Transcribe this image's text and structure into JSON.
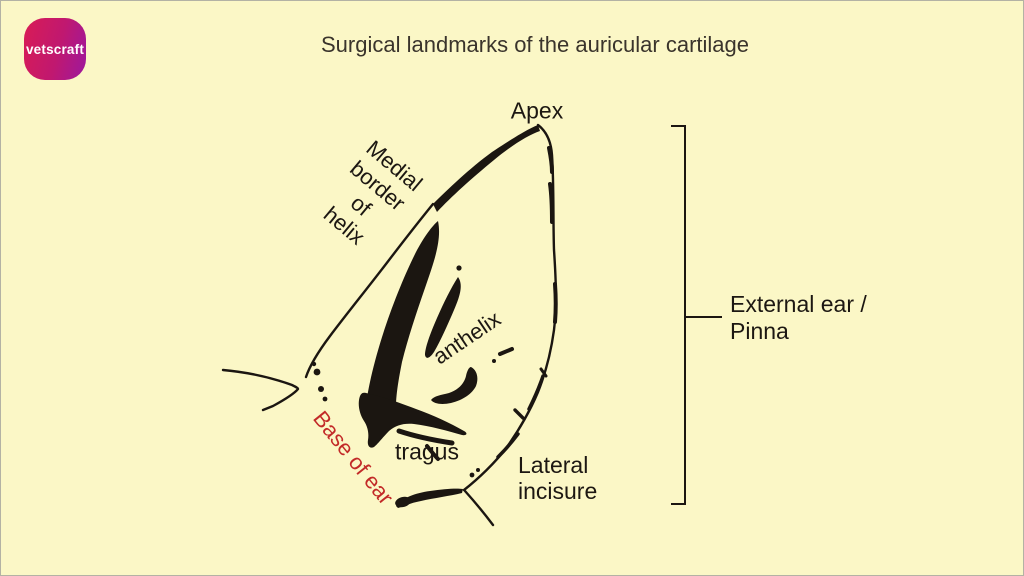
{
  "header": {
    "logo_text": "vetscraft",
    "title": "Surgical landmarks of the auricular cartilage"
  },
  "diagram": {
    "labels": {
      "apex": "Apex",
      "medial_border_of_helix": "Medial\nborder\nof\nhelix",
      "anthelix": "anthelix",
      "tragus": "tragus",
      "base_of_ear": "Base of ear",
      "lateral_incisure": "Lateral\nincisure"
    },
    "bracket_label": "External ear /\nPinna"
  },
  "colors": {
    "background": "#FBF7C6",
    "ink": "#1B1611",
    "highlight_red": "#C22A28",
    "title_text": "#3A342C",
    "logo_gradient_start": "#D91C55",
    "logo_gradient_end": "#9C189E",
    "logo_text": "#FFFFFF"
  }
}
